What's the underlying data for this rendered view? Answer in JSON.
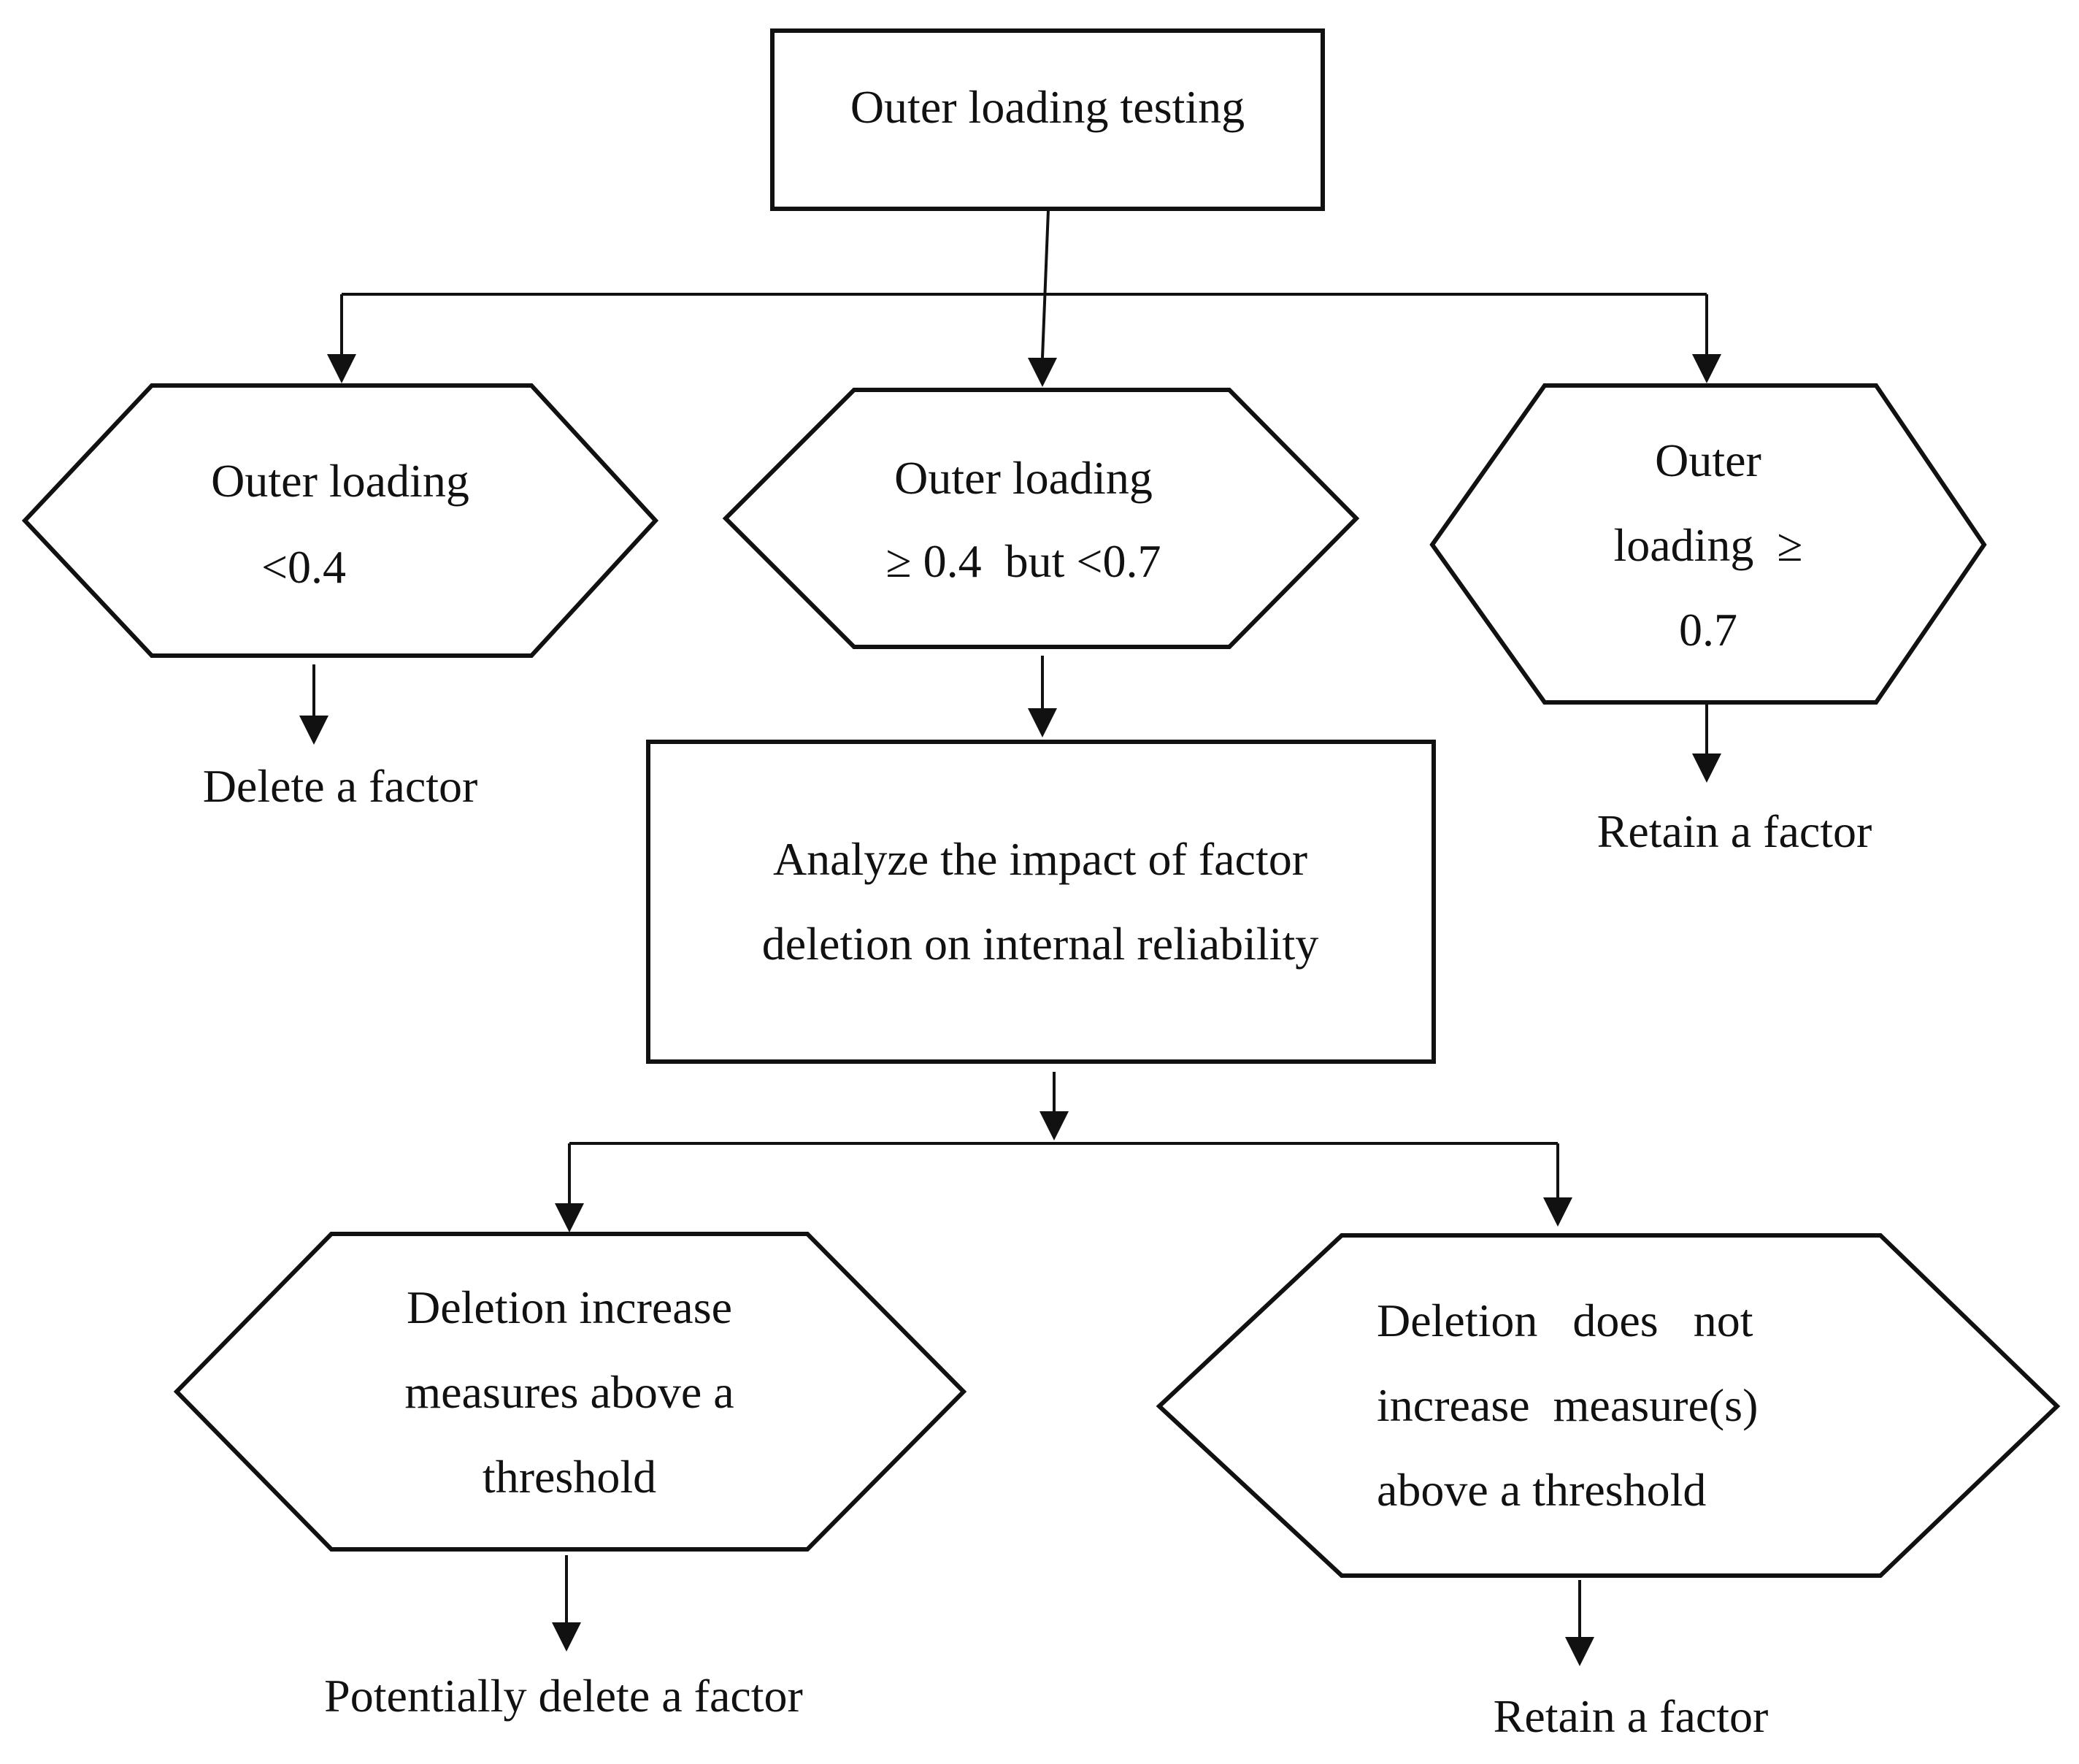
{
  "diagram": {
    "root": "Outer loading testing",
    "conditions": {
      "low": [
        "Outer loading",
        "<0.4"
      ],
      "mid": [
        "Outer loading",
        "≥ 0.4  but <0.7"
      ],
      "high": [
        "Outer",
        "loading  ≥",
        "0.7"
      ]
    },
    "outcomes": {
      "low": "Delete a factor",
      "high": "Retain a factor"
    },
    "analyze": [
      "Analyze the impact of factor",
      "deletion on internal reliability"
    ],
    "branches": {
      "increase": [
        "Deletion increase",
        "measures above a",
        "threshold"
      ],
      "no_increase": [
        "Deletion   does   not",
        "increase  measure(s)",
        "above a threshold"
      ]
    },
    "branch_outcomes": {
      "increase": "Potentially delete a factor",
      "no_increase": "Retain a factor"
    },
    "colors": {
      "ink": "#111111",
      "background": "#ffffff"
    }
  }
}
